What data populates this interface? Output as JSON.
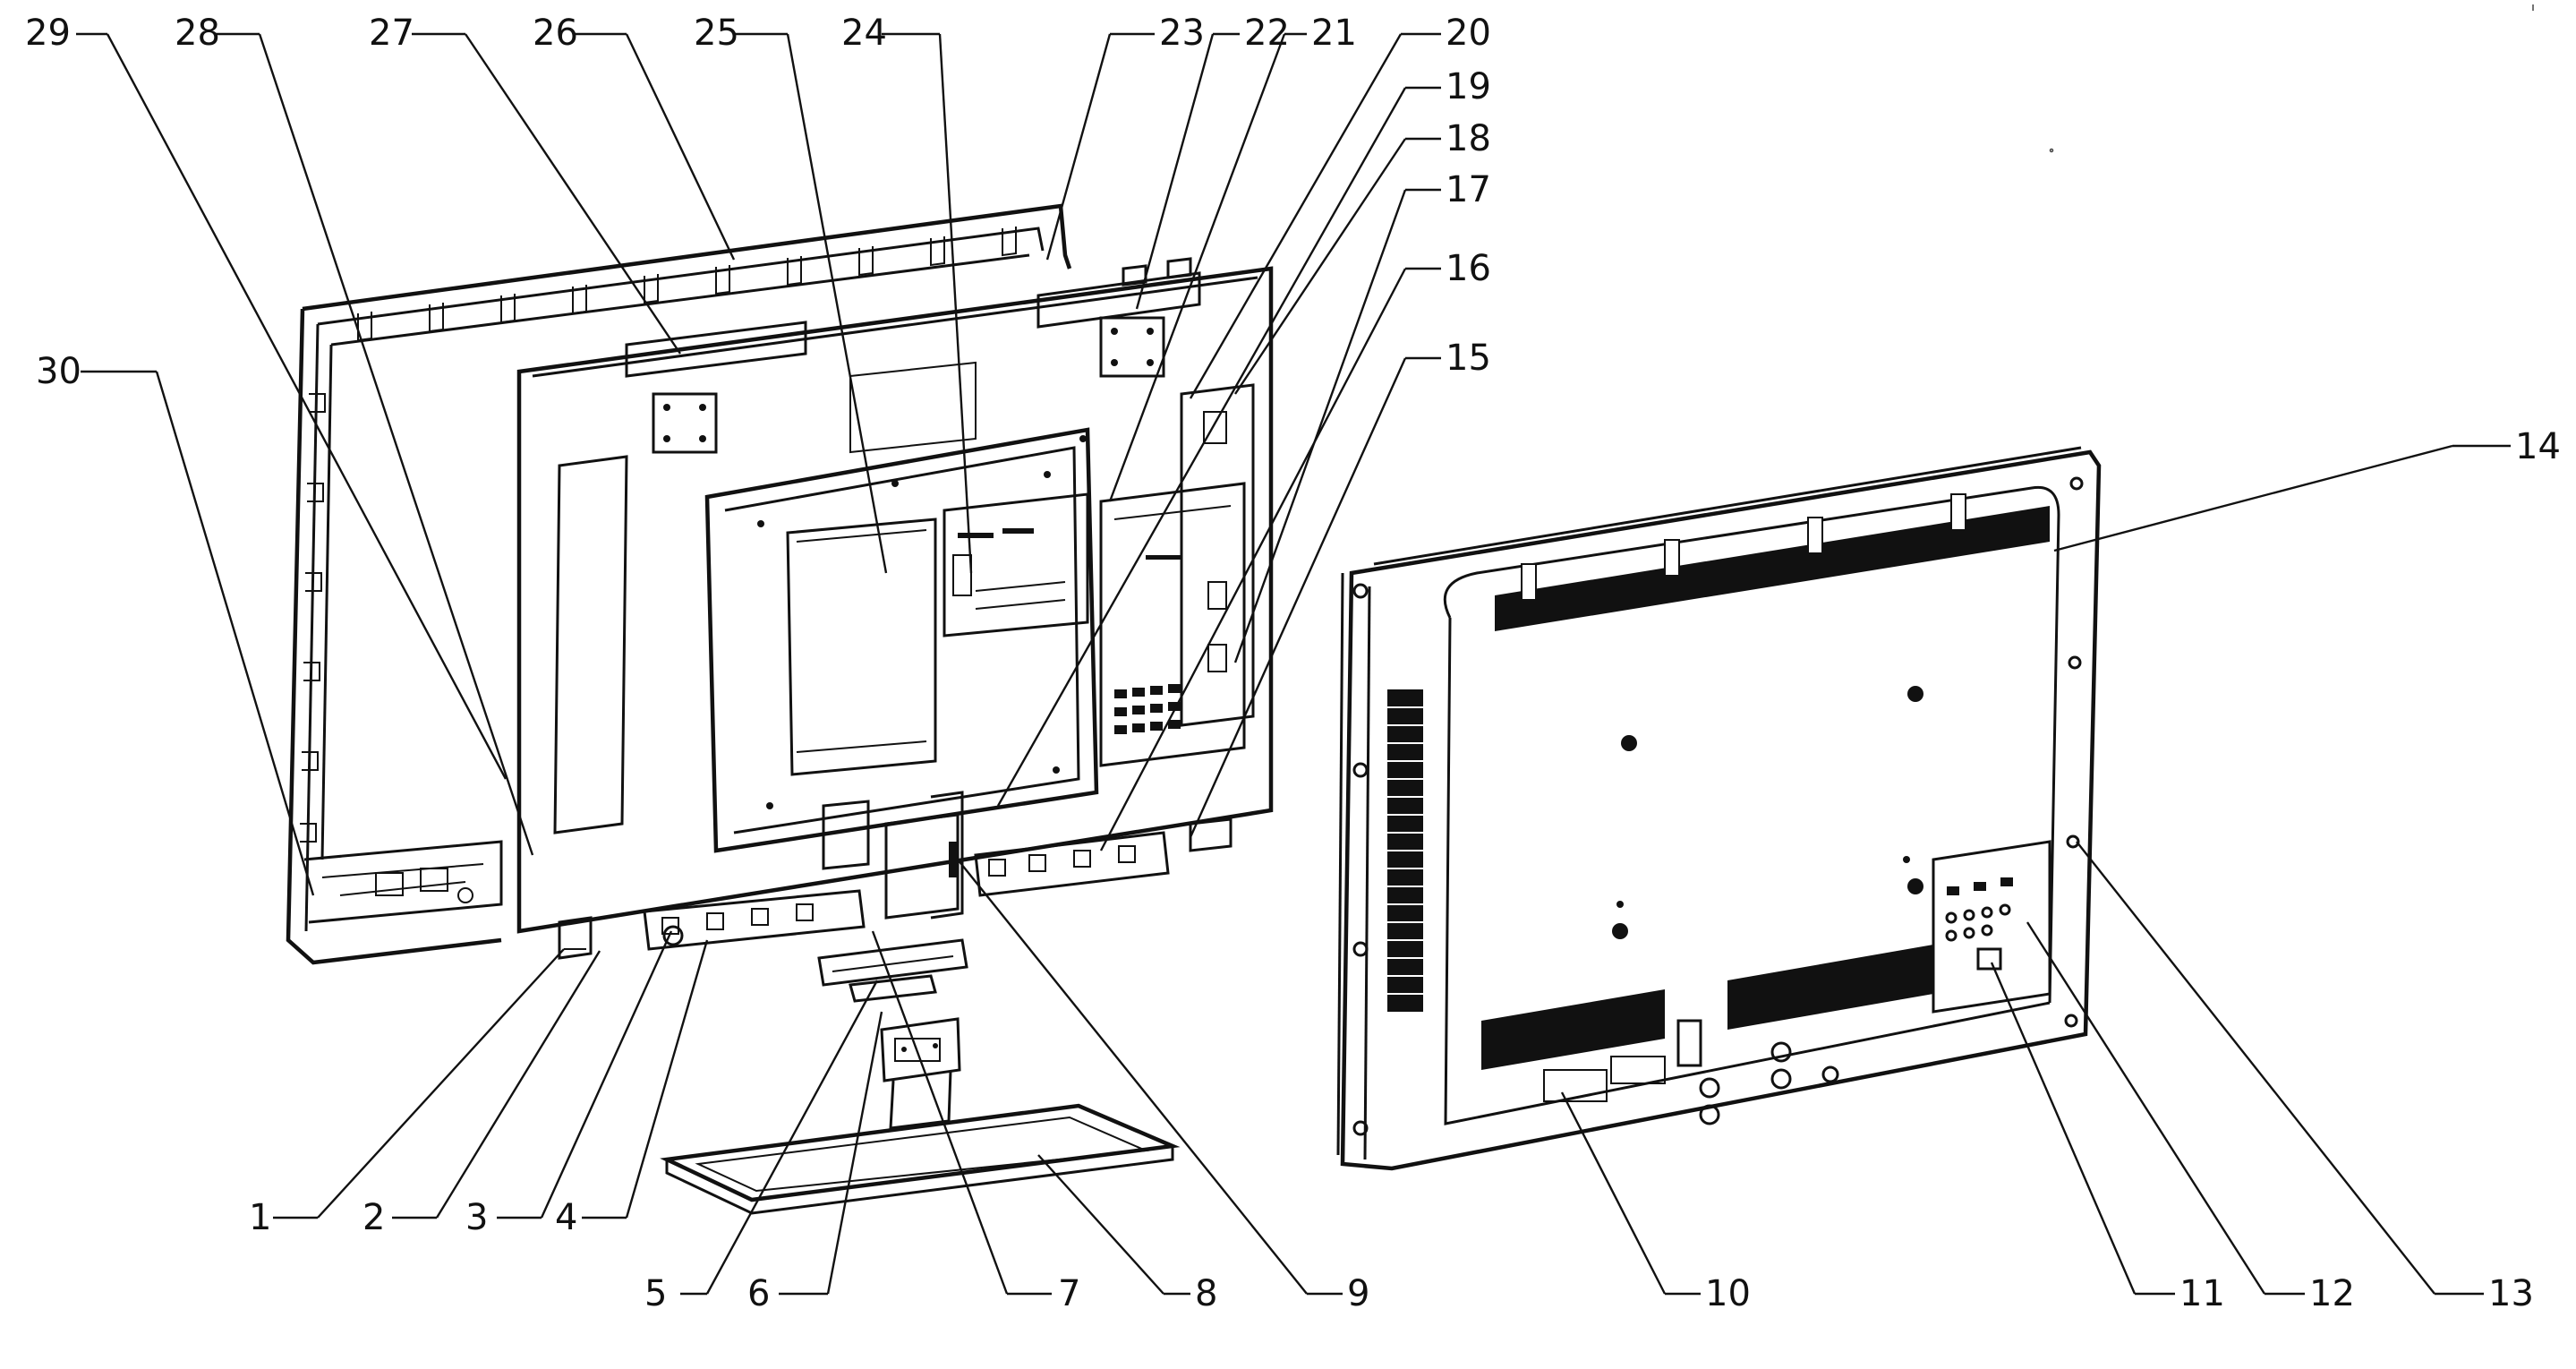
{
  "diagram": {
    "callouts": [
      "1",
      "2",
      "3",
      "4",
      "5",
      "6",
      "7",
      "8",
      "9",
      "10",
      "11",
      "12",
      "13",
      "14",
      "15",
      "16",
      "17",
      "18",
      "19",
      "20",
      "21",
      "22",
      "23",
      "24",
      "25",
      "26",
      "27",
      "28",
      "29",
      "30"
    ],
    "panel_label": "TV"
  },
  "colors": {
    "ink": "#111111",
    "paper": "#ffffff"
  }
}
